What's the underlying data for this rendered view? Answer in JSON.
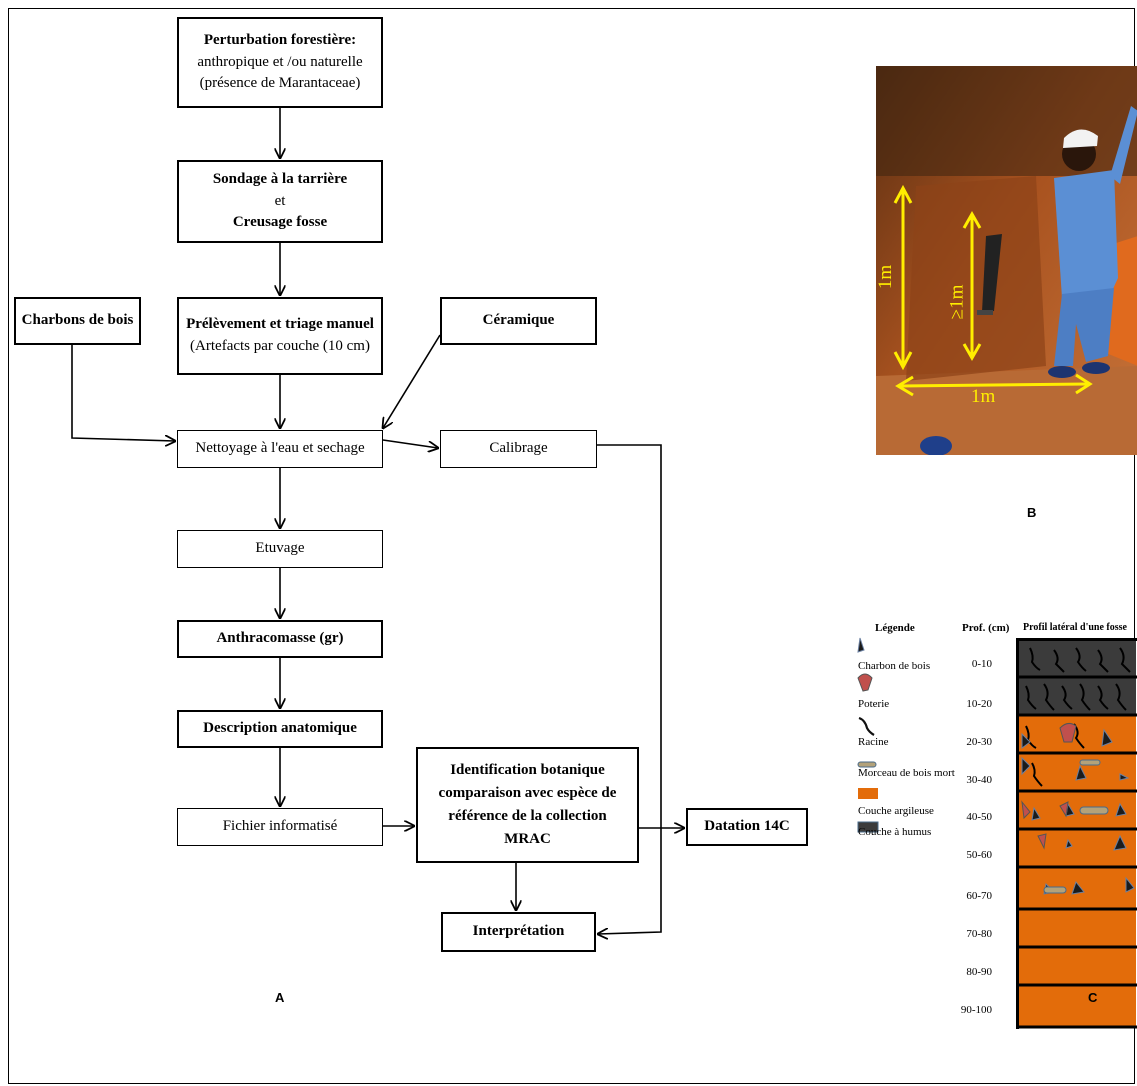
{
  "flowchart": {
    "perturbation": {
      "title": "Perturbation forestière:",
      "line2": "anthropique et /ou naturelle",
      "line3": "(présence de Marantaceae)"
    },
    "sondage": {
      "line1": "Sondage à la tarrière",
      "line2": "et",
      "line3": "Creusage  fosse"
    },
    "prelevement": {
      "title": "Prélèvement et triage manuel",
      "sub": "(Artefacts par couche (10 cm)"
    },
    "charbons": "Charbons de bois",
    "ceramique": "Céramique",
    "nettoyage": "Nettoyage à l'eau et sechage",
    "calibrage": "Calibrage",
    "etuvage": "Etuvage",
    "anthracomasse": "Anthracomasse (gr)",
    "description": "Description anatomique",
    "fichier": "Fichier informatisé",
    "identification": {
      "title": "Identification botanique",
      "line2": "comparaison avec espèce de",
      "line3": "référence de la collection",
      "line4": "MRAC"
    },
    "datation": "Datation 14C",
    "interpretation": "Interprétation"
  },
  "photo": {
    "label_left": "1m",
    "label_mid": "≥1m",
    "label_bottom": "1m",
    "colors": {
      "soil": "#a8521f",
      "shirt": "#5b8fd4",
      "arrow": "#ffee00"
    }
  },
  "legend": {
    "header_legend": "Légende",
    "header_depth": "Prof. (cm)",
    "header_profile": "Profil latéral d'une fosse",
    "items": [
      {
        "icon": "charcoal-icon",
        "label": "Charbon de bois"
      },
      {
        "icon": "pottery-icon",
        "label": "Poterie"
      },
      {
        "icon": "root-icon",
        "label": "Racine"
      },
      {
        "icon": "deadwood-icon",
        "label": "Morceau de bois mort"
      },
      {
        "icon": "clay-layer-icon",
        "label": "Couche argileuse"
      },
      {
        "icon": "humus-layer-icon",
        "label": "Couche à humus"
      }
    ],
    "depths": [
      "0-10",
      "10-20",
      "20-30",
      "30-40",
      "40-50",
      "50-60",
      "60-70",
      "70-80",
      "80-90",
      "90-100"
    ],
    "colors": {
      "humus": "#3b3b3b",
      "clay": "#e36c0a",
      "pottery": "#c0504d",
      "wood": "#b3a27a"
    }
  },
  "panels": {
    "a": "A",
    "b": "B",
    "c": "C"
  }
}
